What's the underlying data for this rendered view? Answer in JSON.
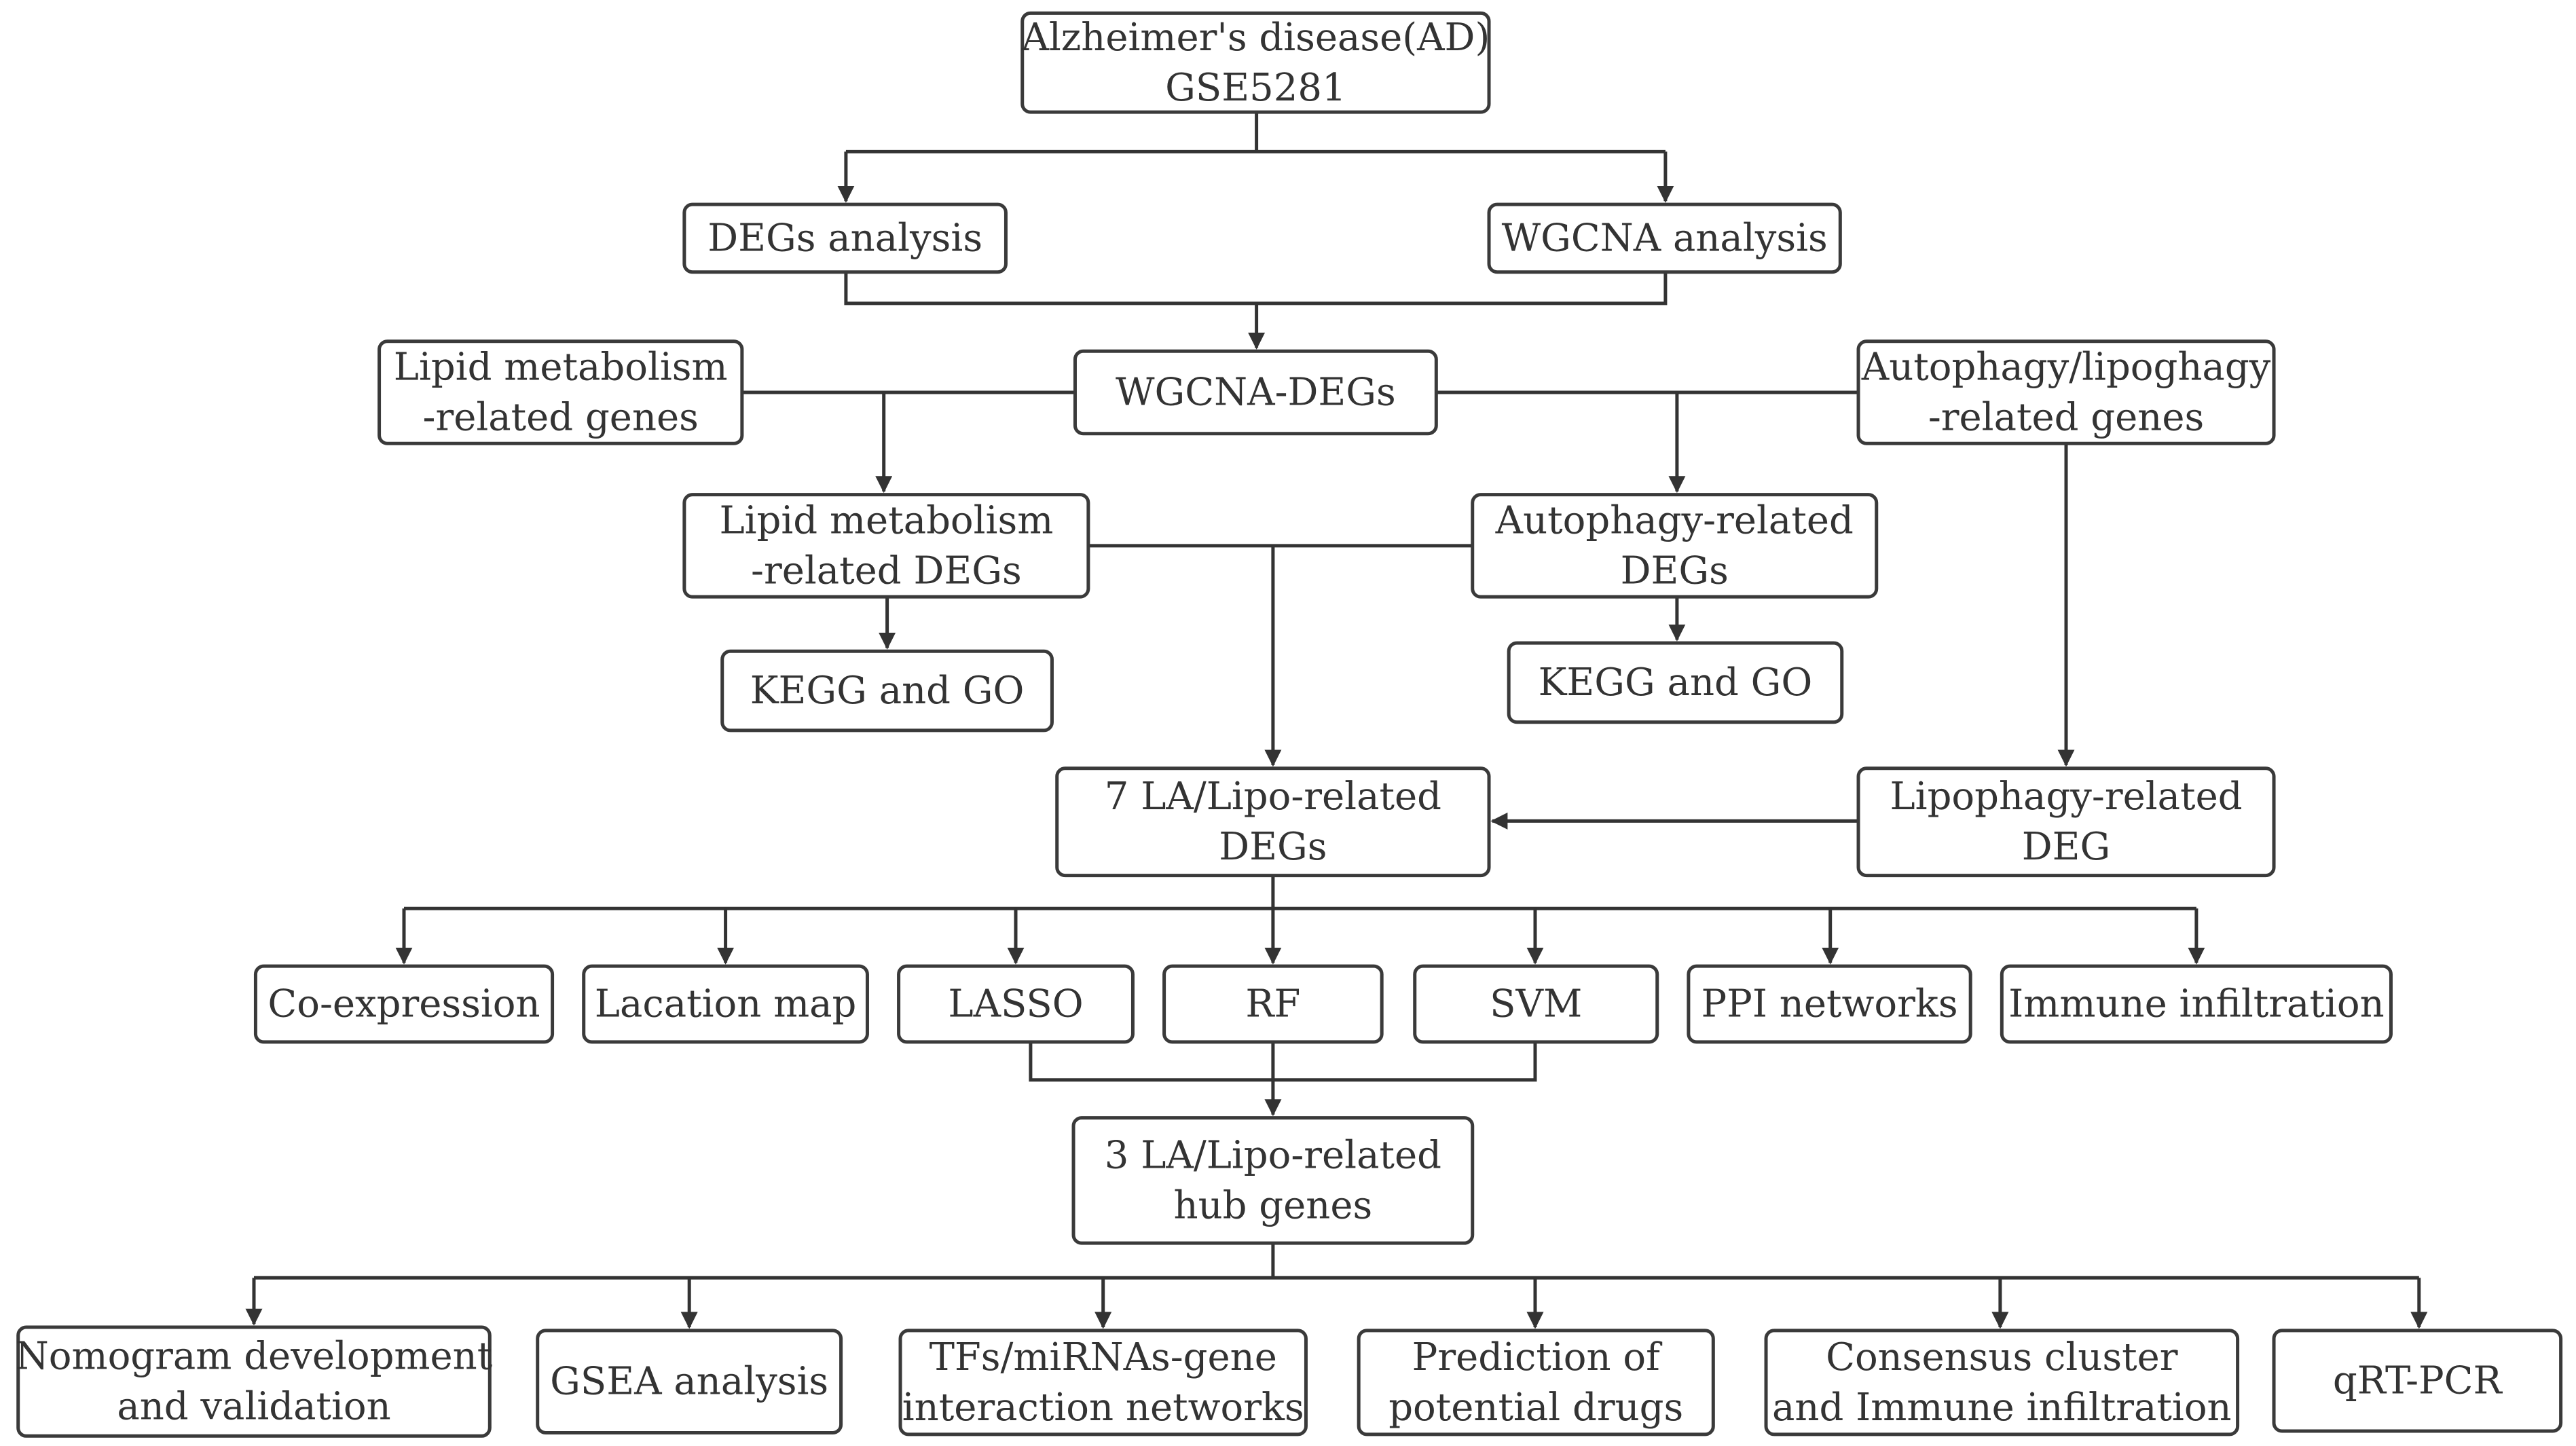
{
  "nodes": {
    "ad": {
      "lines": [
        "Alzheimer's disease(AD)",
        "GSE5281"
      ]
    },
    "degs": {
      "lines": [
        "DEGs analysis"
      ]
    },
    "wgcna": {
      "lines": [
        "WGCNA analysis"
      ]
    },
    "lipid_genes": {
      "lines": [
        "Lipid metabolism",
        "-related genes"
      ]
    },
    "wgcna_degs": {
      "lines": [
        "WGCNA-DEGs"
      ]
    },
    "autoph_genes": {
      "lines": [
        "Autophagy/lipoghagy",
        "-related genes"
      ]
    },
    "lipid_degs": {
      "lines": [
        "Lipid metabolism",
        "-related DEGs"
      ]
    },
    "autoph_degs": {
      "lines": [
        "Autophagy-related",
        "DEGs"
      ]
    },
    "kegg_left": {
      "lines": [
        "KEGG and GO"
      ]
    },
    "kegg_right": {
      "lines": [
        "KEGG and GO"
      ]
    },
    "seven": {
      "lines": [
        "7 LA/Lipo-related",
        "DEGs"
      ]
    },
    "lipophagy": {
      "lines": [
        "Lipophagy-related",
        "DEG"
      ]
    },
    "coexp": {
      "lines": [
        "Co-expression"
      ]
    },
    "location": {
      "lines": [
        "Lacation map"
      ]
    },
    "lasso": {
      "lines": [
        "LASSO"
      ]
    },
    "rf": {
      "lines": [
        "RF"
      ]
    },
    "svm": {
      "lines": [
        "SVM"
      ]
    },
    "ppi": {
      "lines": [
        "PPI networks"
      ]
    },
    "immune": {
      "lines": [
        "Immune infiltration"
      ]
    },
    "three": {
      "lines": [
        "3 LA/Lipo-related",
        "hub genes"
      ]
    },
    "nomogram": {
      "lines": [
        "Nomogram development",
        "and validation"
      ]
    },
    "gsea": {
      "lines": [
        "GSEA analysis"
      ]
    },
    "tfs": {
      "lines": [
        "TFs/miRNAs-gene",
        "interaction networks"
      ]
    },
    "drugs": {
      "lines": [
        "Prediction of",
        "potential  drugs"
      ]
    },
    "consensus": {
      "lines": [
        "Consensus cluster",
        "and Immune infiltration"
      ]
    },
    "qrtpcr": {
      "lines": [
        "qRT-PCR"
      ]
    }
  }
}
